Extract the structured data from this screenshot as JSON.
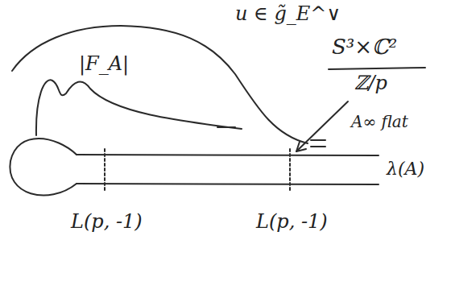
{
  "diagram": {
    "labels": [
      "u ∈ g̃_E^∨",
      "|F_A|",
      "S³×ℂ²",
      "ℤ/p",
      "A∞ flat",
      "λ(A)",
      "L(p, -1)",
      "L(p, -1)"
    ]
  }
}
